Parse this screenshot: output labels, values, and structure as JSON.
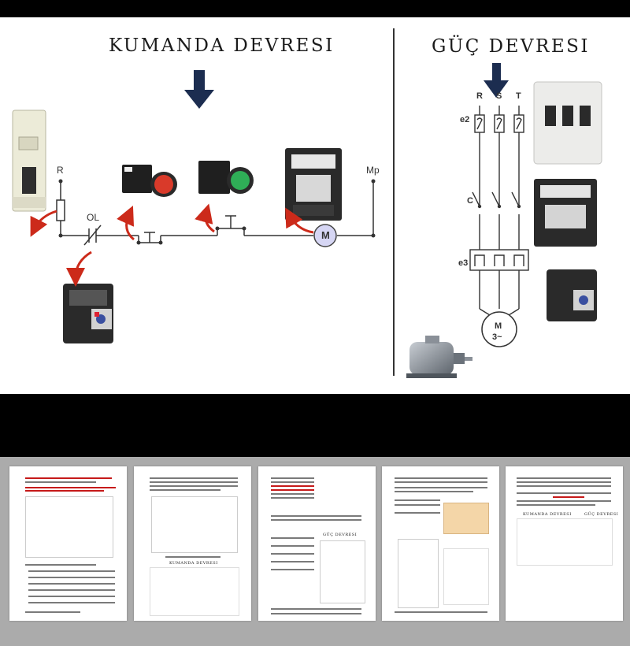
{
  "kumanda": {
    "title": "KUMANDA DEVRESI",
    "labels": {
      "r": "R",
      "ol": "OL",
      "mp": "Mp",
      "motor": "M"
    }
  },
  "guc": {
    "title": "GÜÇ DEVRESI",
    "labels": {
      "r": "R",
      "s": "S",
      "t": "T",
      "e2": "e2",
      "c": "C",
      "e3": "e3",
      "motor": "M",
      "motor_phase": "3~"
    }
  },
  "thumbnails": {
    "page3_title": "GÜÇ DEVRESI",
    "page5_left_title": "KUMANDA DEVRESI",
    "page5_right_title": "GÜÇ DEVRESI"
  },
  "colors": {
    "arrow_navy": "#1c2d50",
    "red_arrow": "#cc2a1a",
    "line": "#333333",
    "background": "#000000",
    "thumb_strip": "#ababab"
  },
  "icons": [
    "circuit-breaker-icon",
    "red-push-button-icon",
    "green-push-button-icon",
    "contactor-icon",
    "thermal-relay-icon",
    "three-phase-motor-icon",
    "three-pole-breaker-icon"
  ]
}
